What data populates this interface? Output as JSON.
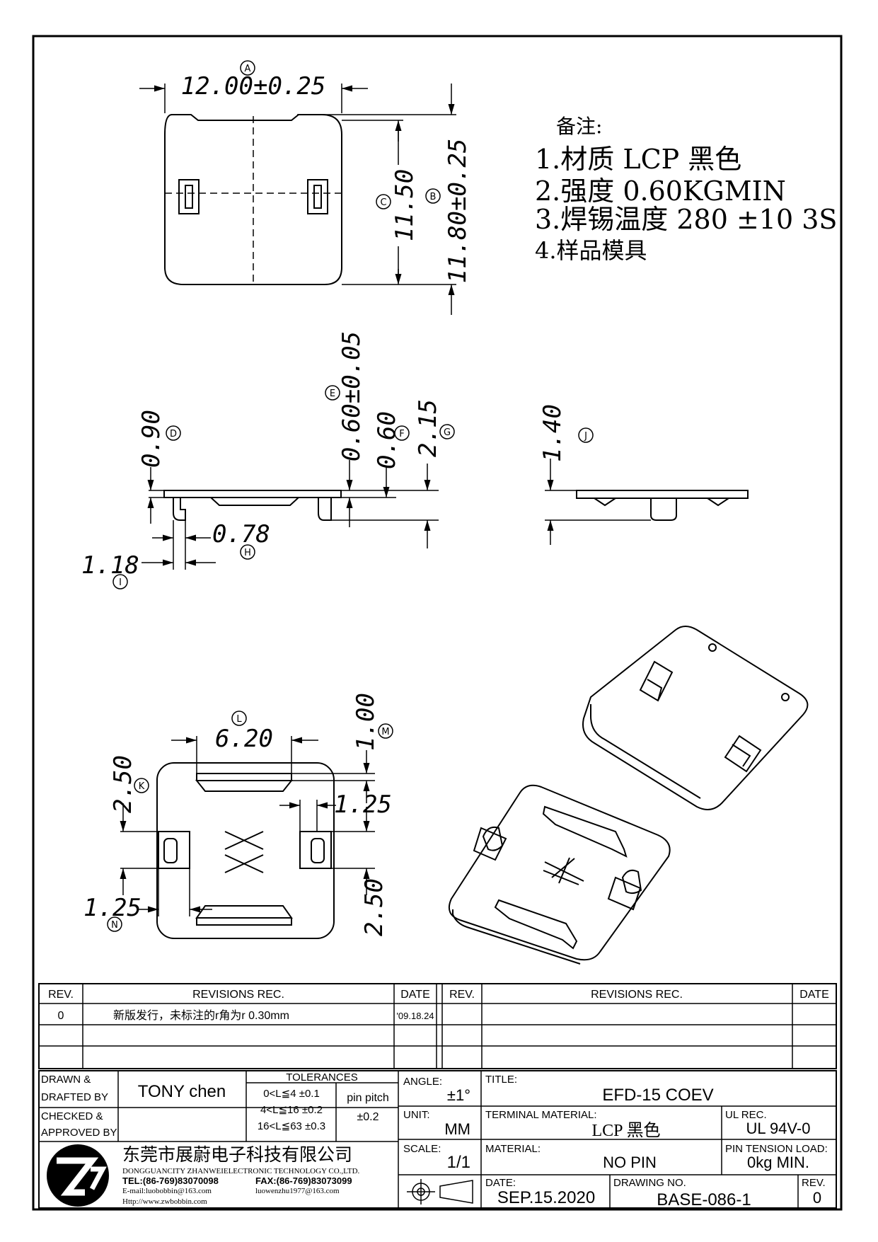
{
  "dimensions": {
    "A": "12.00±0.25",
    "B": "11.80±0.25",
    "C": "11.50",
    "D": "0.90",
    "E": "0.60±0.05",
    "F": "0.60",
    "G": "2.15",
    "H": "0.78",
    "I": "1.18",
    "J": "1.40",
    "K": "2.50",
    "L": "6.20",
    "M": "1.00",
    "N": "1.25",
    "P": "1.25",
    "Q": "2.50"
  },
  "balloons": [
    "A",
    "B",
    "C",
    "D",
    "E",
    "F",
    "G",
    "H",
    "I",
    "J",
    "K",
    "L",
    "M",
    "N"
  ],
  "notes": {
    "heading": "备注:",
    "items": [
      "1.材质 LCP 黑色",
      "2.强度 0.60KGMIN",
      "3.焊锡温度 280 ±10 3S",
      "4.样品模具"
    ]
  },
  "revisions": {
    "headers": [
      "REV.",
      "REVISIONS REC.",
      "DATE",
      "REV.",
      "REVISIONS REC.",
      "DATE"
    ],
    "rows": [
      {
        "rev": "0",
        "text": "新版发行，未标注的r角为r 0.30mm",
        "date": "'09.18.24"
      }
    ]
  },
  "title_block": {
    "drawn_label": "DRAWN & DRAFTED BY",
    "drawn_by": "TONY chen",
    "checked_label": "CHECKED & APPROVED BY",
    "tolerances_label": "TOLERANCES",
    "tolerances": [
      "0<L≦4 ±0.1",
      "4<L≦16 ±0.2",
      "16<L≦63 ±0.3"
    ],
    "pin_pitch_label": "pin pitch",
    "pin_pitch": "±0.2",
    "angle_label": "ANGLE:",
    "angle": "±1°",
    "unit_label": "UNIT:",
    "unit": "MM",
    "scale_label": "SCALE:",
    "scale": "1/1",
    "title_label": "TITLE:",
    "title": "EFD-15 COEV",
    "terminal_material_label": "TERMINAL MATERIAL:",
    "terminal_material": "LCP 黑色",
    "ul_rec_label": "UL REC.",
    "ul_rec": "UL 94V-0",
    "material_label": "MATERIAL:",
    "material": "NO PIN",
    "pin_tension_label": "PIN TENSION LOAD:",
    "pin_tension": "0kg MIN.",
    "date_label": "DATE:",
    "date": "SEP.15.2020",
    "drawing_no_label": "DRAWING NO.",
    "drawing_no": "BASE-086-1",
    "rev_label": "REV.",
    "rev": "0"
  },
  "company": {
    "name_cn": "东莞市展蔚电子科技有限公司",
    "name_en": "DONGGUANCITY ZHANWEIELECTRONIC TECHNOLOGY CO.,LTD.",
    "tel": "TEL:(86-769)83070098",
    "fax": "FAX:(86-769)83073099",
    "email": "E-mail:luobobbin@163.com",
    "email2": "luowenzhu1977@163.com",
    "web": "Http://www.zwbobbin.com"
  }
}
